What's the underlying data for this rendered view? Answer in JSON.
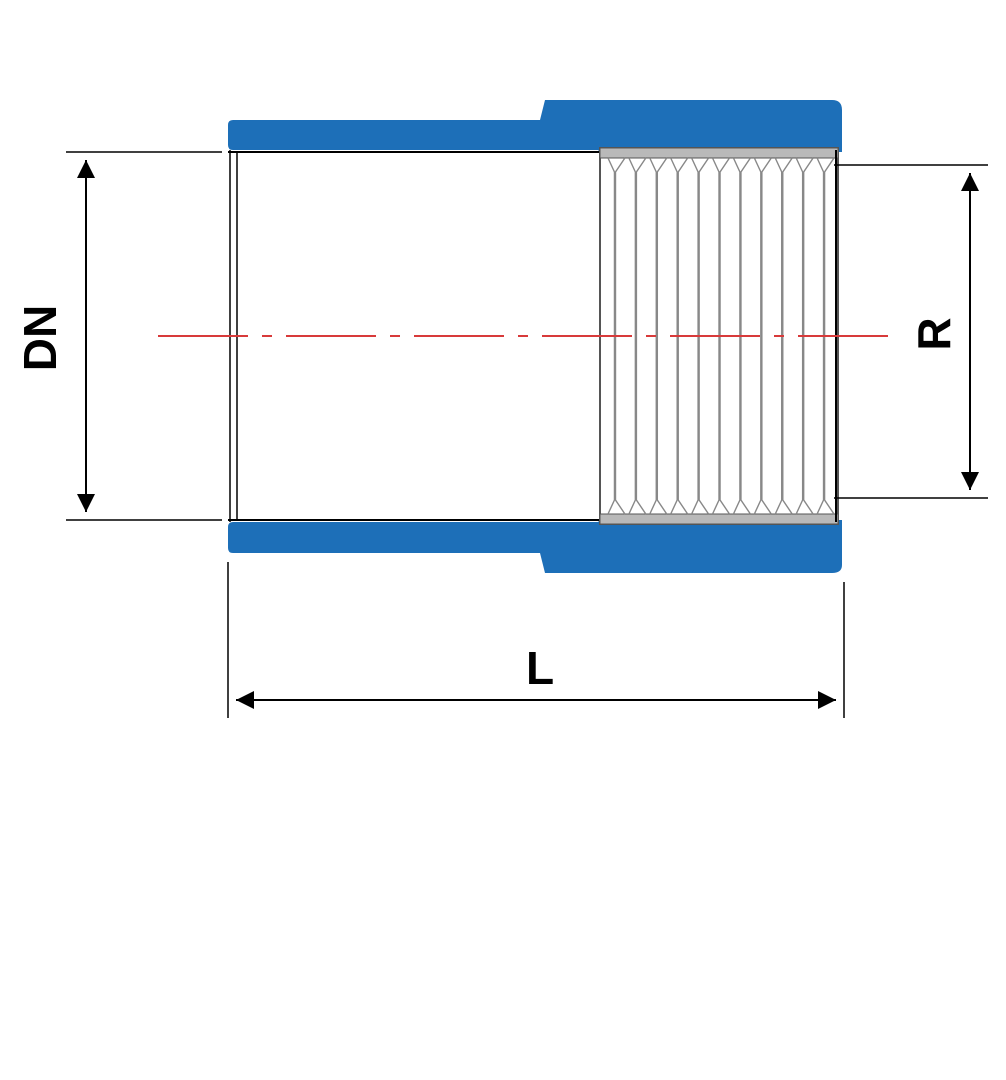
{
  "labels": {
    "dn": "DN",
    "r": "R",
    "l": "L"
  },
  "colors": {
    "pipe_body": "#1d6fb8",
    "thread": "#888888",
    "thread_fill": "#b9b9b9",
    "centerline": "#d83a3a",
    "dimension": "#000000",
    "background": "#ffffff"
  }
}
